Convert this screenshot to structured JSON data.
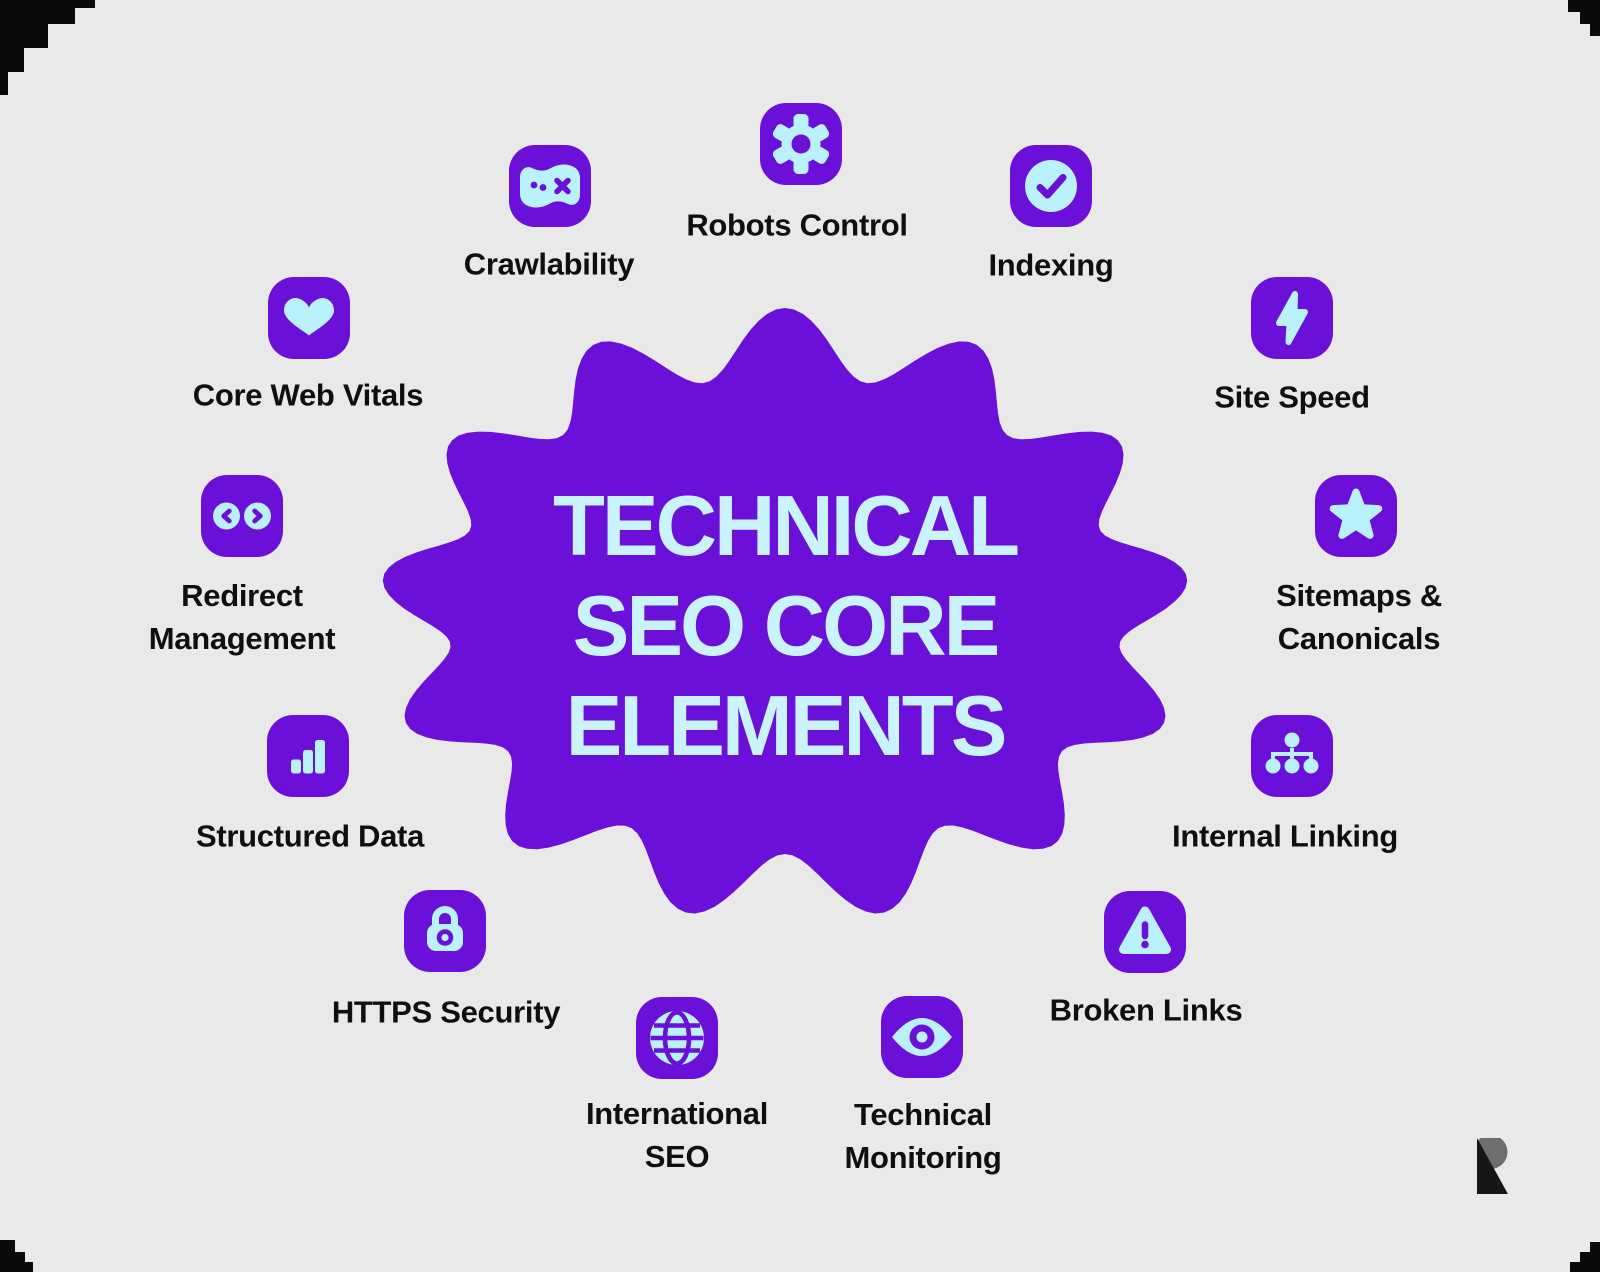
{
  "title": {
    "text": "TECHNICAL\nSEO CORE\nELEMENTS"
  },
  "items": [
    {
      "label": "Crawlability",
      "icon": "map-icon"
    },
    {
      "label": "Robots Control",
      "icon": "gear-icon"
    },
    {
      "label": "Indexing",
      "icon": "check-circle-icon"
    },
    {
      "label": "Site Speed",
      "icon": "lightning-icon"
    },
    {
      "label": "Sitemaps &\nCanonicals",
      "icon": "star-icon"
    },
    {
      "label": "Internal Linking",
      "icon": "sitemap-tree-icon"
    },
    {
      "label": "Broken Links",
      "icon": "warning-triangle-icon"
    },
    {
      "label": "Technical\nMonitoring",
      "icon": "eye-icon"
    },
    {
      "label": "International\nSEO",
      "icon": "globe-icon"
    },
    {
      "label": "HTTPS Security",
      "icon": "padlock-icon"
    },
    {
      "label": "Structured Data",
      "icon": "bar-chart-icon"
    },
    {
      "label": "Redirect\nManagement",
      "icon": "redirect-arrows-icon"
    },
    {
      "label": "Core Web Vitals",
      "icon": "heart-icon"
    }
  ],
  "brand": {
    "logo": "R-monogram"
  },
  "colors": {
    "background": "#e9e9ea",
    "frame_black": "#0a0a0a",
    "purple": "#6a10d8",
    "glyph_cyan": "#b9f1fd",
    "title_cyan": "#c9f4fe",
    "label_text": "#0f0f12",
    "logo_gray": "#6e6e71",
    "logo_black": "#17171a"
  }
}
